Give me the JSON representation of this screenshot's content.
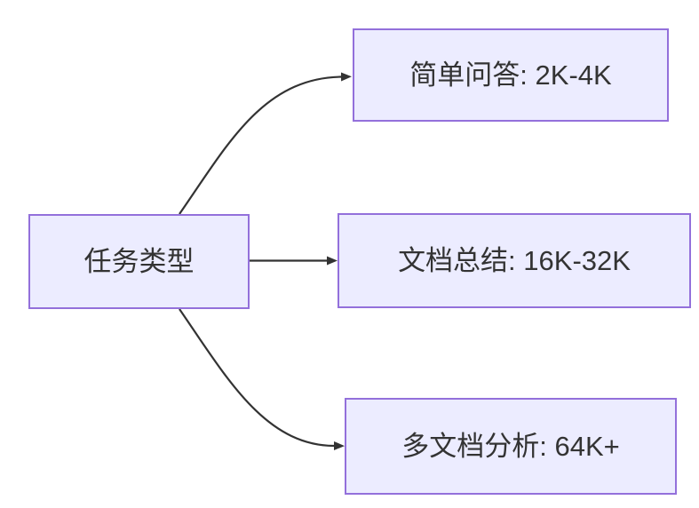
{
  "diagram_type": "flowchart",
  "direction": "left-to-right",
  "nodes": {
    "task_type": {
      "label": "任务类型"
    },
    "simple_qa": {
      "label": "简单问答: 2K-4K"
    },
    "doc_summary": {
      "label": "文档总结: 16K-32K"
    },
    "multi_doc_analysis": {
      "label": "多文档分析: 64K+"
    }
  },
  "edges": [
    {
      "from": "task_type",
      "to": "simple_qa",
      "arrow": "triangle"
    },
    {
      "from": "task_type",
      "to": "doc_summary",
      "arrow": "triangle"
    },
    {
      "from": "task_type",
      "to": "multi_doc_analysis",
      "arrow": "triangle"
    }
  ],
  "colors": {
    "background": "#FFFFFF",
    "node_fill": "#ECECFF",
    "node_border": "#9370DB",
    "edge_stroke": "#333333",
    "text": "#333333"
  }
}
